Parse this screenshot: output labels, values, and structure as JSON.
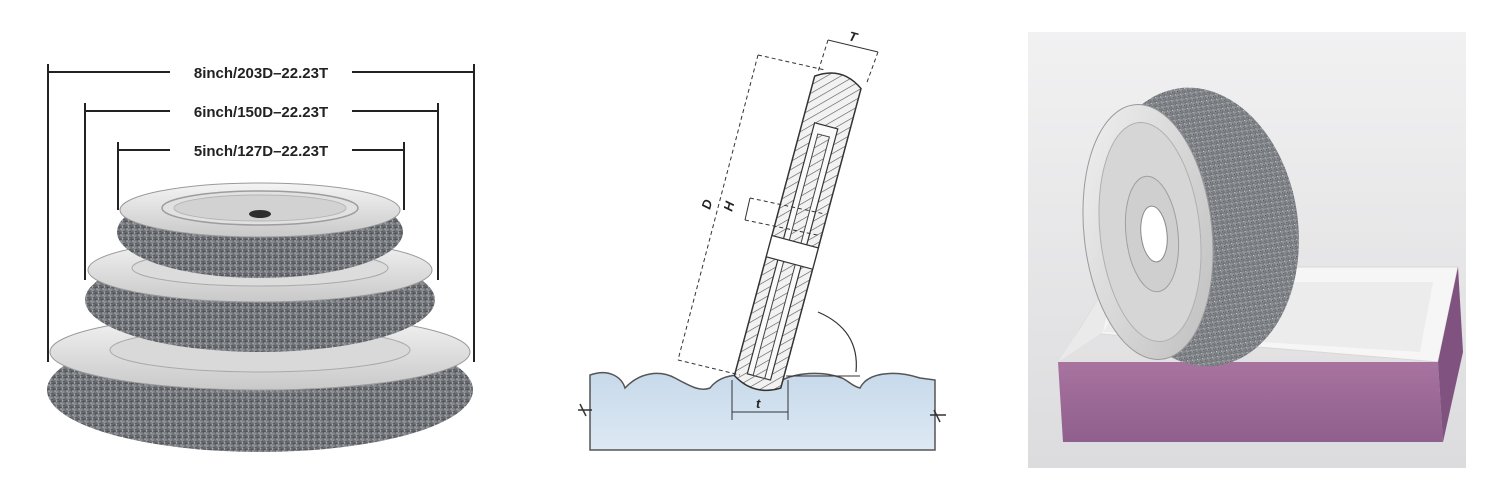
{
  "panels": {
    "sizes": {
      "dimensions": [
        "8inch/203D–22.23T",
        "6inch/150D–22.23T",
        "5inch/127D–22.23T"
      ]
    },
    "diagram": {
      "labels": {
        "diameter": "D",
        "thickness": "T",
        "hole": "H",
        "pitch": "t"
      }
    },
    "photo": {
      "box_color": "#9d6a9b",
      "wheel_color": "#8c8f93"
    }
  }
}
